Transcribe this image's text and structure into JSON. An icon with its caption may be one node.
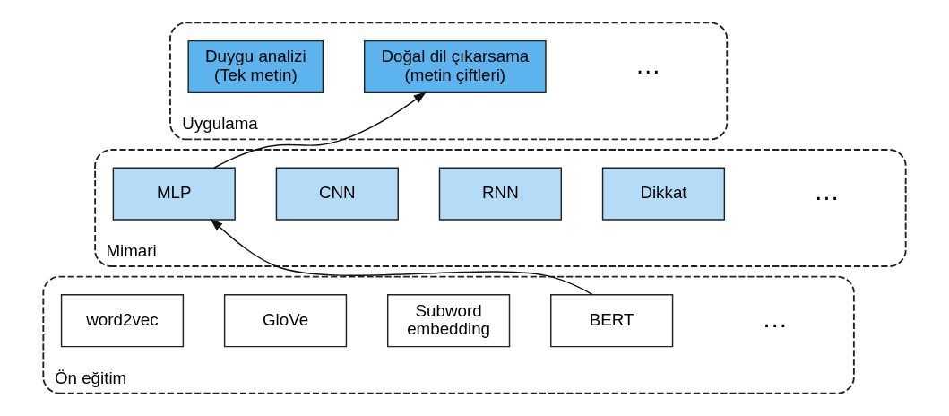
{
  "diagram": {
    "nodes": [
      {
        "text": [
          "Uygulama"
        ]
      },
      {
        "text": [
          "Duygu analizi (Tek metin)"
        ],
        "in": 0
      },
      {
        "text": [
          "Doğal dil çıkarsama (metin çiftleri)"
        ],
        "in": 0
      },
      {
        "text": [
          "Mimari"
        ]
      },
      {
        "text": [
          "MLP"
        ],
        "in": 3
      },
      {
        "text": [
          "CNN"
        ],
        "in": 3
      },
      {
        "text": [
          "RNN"
        ],
        "in": 3
      },
      {
        "text": [
          "Dikkat"
        ],
        "in": 3
      },
      {
        "text": [
          "Ön eğitim"
        ]
      },
      {
        "text": [
          "word2vec"
        ],
        "in": 8
      },
      {
        "text": [
          "GloVe"
        ],
        "in": 8
      },
      {
        "text": [
          "Subword embedding"
        ],
        "in": 8
      },
      {
        "text": [
          "BERT"
        ],
        "in": 8
      }
    ],
    "edges": [
      {
        "from": 12,
        "to": 4,
        "arrow": "to"
      },
      {
        "from": 4,
        "to": 2,
        "arrow": "to"
      }
    ],
    "labels": [
      "…",
      "…",
      "…"
    ]
  }
}
